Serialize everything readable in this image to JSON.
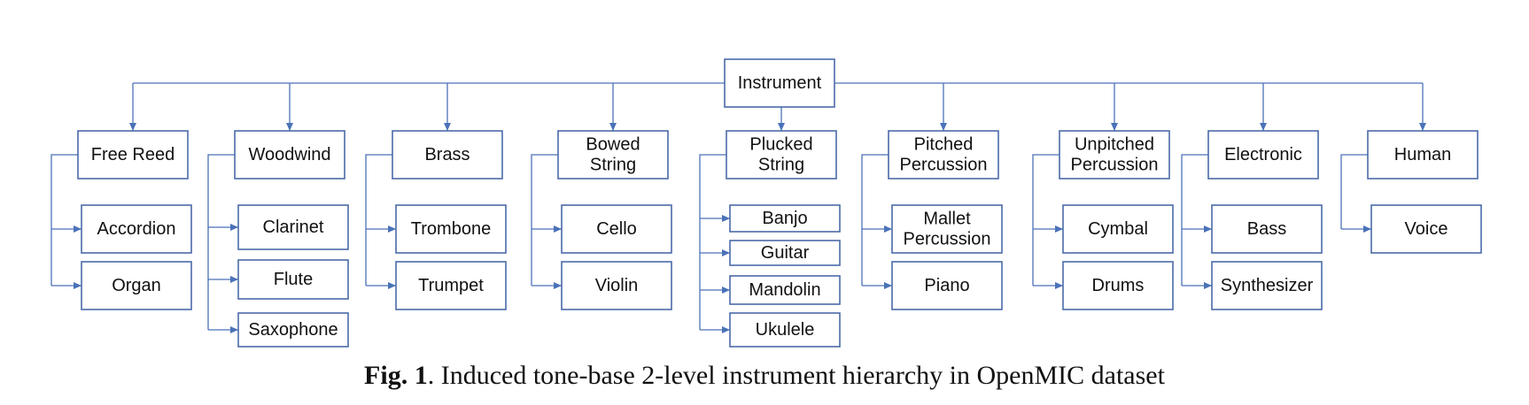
{
  "root": {
    "label": [
      "Instrument"
    ]
  },
  "categories": [
    {
      "label": [
        "Free Reed"
      ],
      "children": [
        [
          "Accordion"
        ],
        [
          "Organ"
        ]
      ]
    },
    {
      "label": [
        "Woodwind"
      ],
      "children": [
        [
          "Clarinet"
        ],
        [
          "Flute"
        ],
        [
          "Saxophone"
        ]
      ]
    },
    {
      "label": [
        "Brass"
      ],
      "children": [
        [
          "Trombone"
        ],
        [
          "Trumpet"
        ]
      ]
    },
    {
      "label": [
        "Bowed",
        "String"
      ],
      "children": [
        [
          "Cello"
        ],
        [
          "Violin"
        ]
      ]
    },
    {
      "label": [
        "Plucked",
        "String"
      ],
      "children": [
        [
          "Banjo"
        ],
        [
          "Guitar"
        ],
        [
          "Mandolin"
        ],
        [
          "Ukulele"
        ]
      ]
    },
    {
      "label": [
        "Pitched",
        "Percussion"
      ],
      "children": [
        [
          "Mallet",
          "Percussion"
        ],
        [
          "Piano"
        ]
      ]
    },
    {
      "label": [
        "Unpitched",
        "Percussion"
      ],
      "children": [
        [
          "Cymbal"
        ],
        [
          "Drums"
        ]
      ]
    },
    {
      "label": [
        "Electronic"
      ],
      "children": [
        [
          "Bass"
        ],
        [
          "Synthesizer"
        ]
      ]
    },
    {
      "label": [
        "Human"
      ],
      "children": [
        [
          "Voice"
        ]
      ]
    }
  ],
  "caption": {
    "prefix": "Fig. 1",
    "text": ". Induced tone-base 2-level instrument hierarchy in OpenMIC dataset"
  },
  "colors": {
    "box_border": "#4a6ba8",
    "connector": "#4a72b8"
  }
}
